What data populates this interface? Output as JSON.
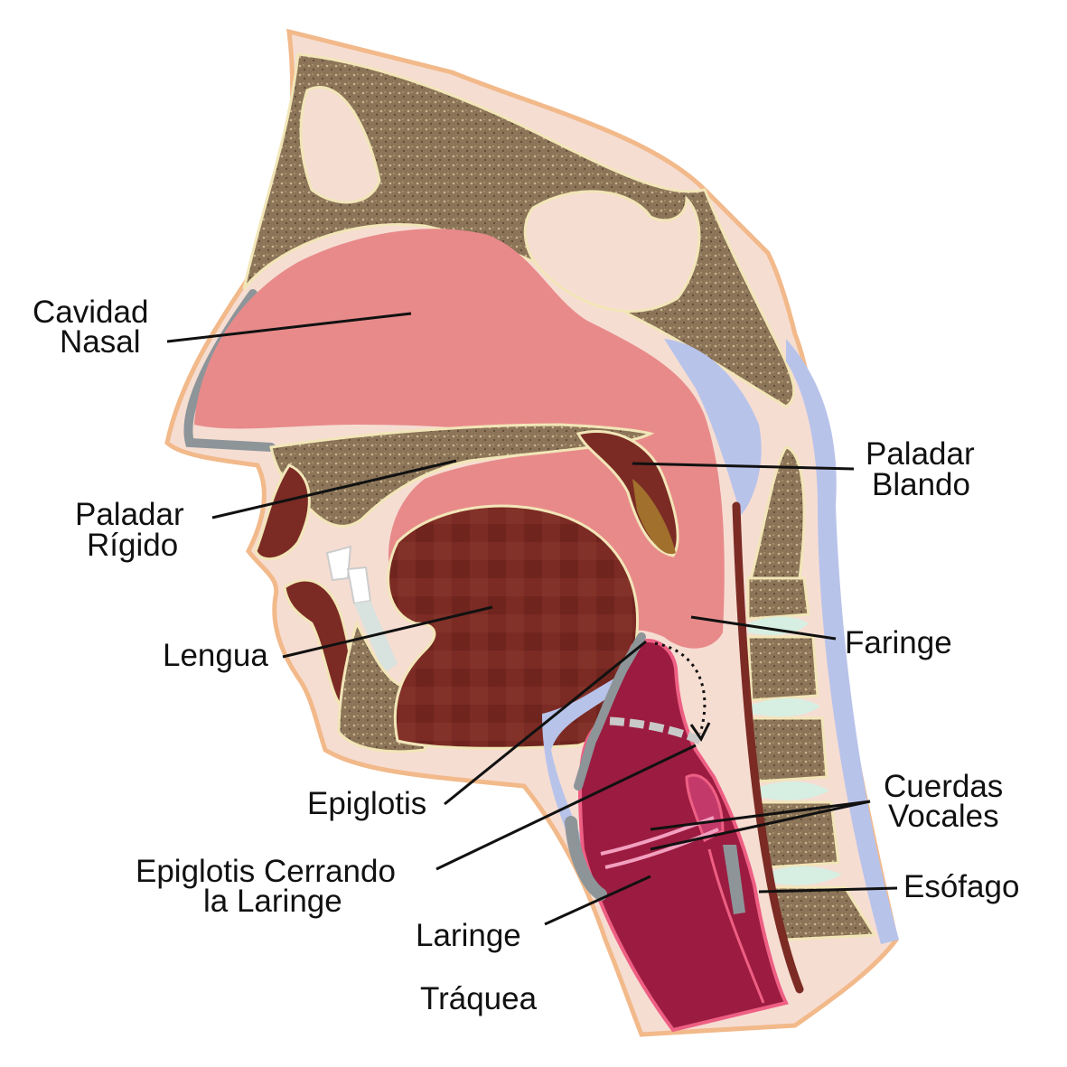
{
  "labels": {
    "cavidad_nasal": [
      "Cavidad",
      "Nasal"
    ],
    "paladar_blando": [
      "Paladar",
      "Blando"
    ],
    "paladar_rigido": [
      "Paladar",
      "Rígido"
    ],
    "lengua": "Lengua",
    "faringe": "Faringe",
    "epiglotis": "Epiglotis",
    "cuerdas_vocales": [
      "Cuerdas",
      "Vocales"
    ],
    "epiglotis_cerrando": [
      "Epiglotis Cerrando",
      "la Laringe"
    ],
    "esofago": "Esófago",
    "laringe": "Laringe",
    "traquea": "Tráquea"
  },
  "colors": {
    "skin": "#f6ddd2",
    "skin_outline": "#f2b98a",
    "cavity": "#e88a8a",
    "bone": "#8c7458",
    "tongue": "#7b2b24",
    "larynx": "#9b1c40",
    "ligament": "#b8c3ea",
    "disc": "#d6efe2"
  }
}
